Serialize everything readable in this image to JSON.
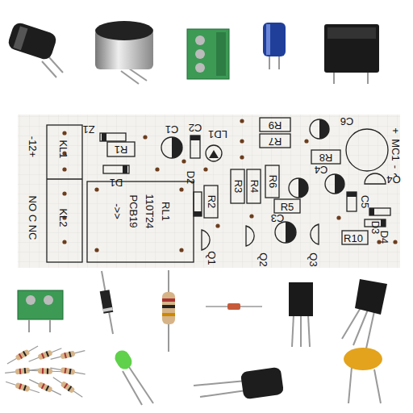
{
  "diagram": {
    "labels": [
      "KL1",
      "-12+",
      "NO C NC",
      "KL2",
      "RL1",
      "110T24",
      "PCB19",
      "->>",
      "Z1",
      "R1",
      "C1",
      "C2",
      "LD1",
      "R9",
      "R7",
      "C6",
      "+",
      "MC1",
      "-",
      "D1",
      "D2",
      "R2",
      "R3",
      "R4",
      "R6",
      "R8",
      "C4",
      "Q4",
      "C5",
      "D3",
      "C3",
      "R5",
      "D4",
      "R10",
      "Q1",
      "Q2",
      "Q3"
    ]
  }
}
